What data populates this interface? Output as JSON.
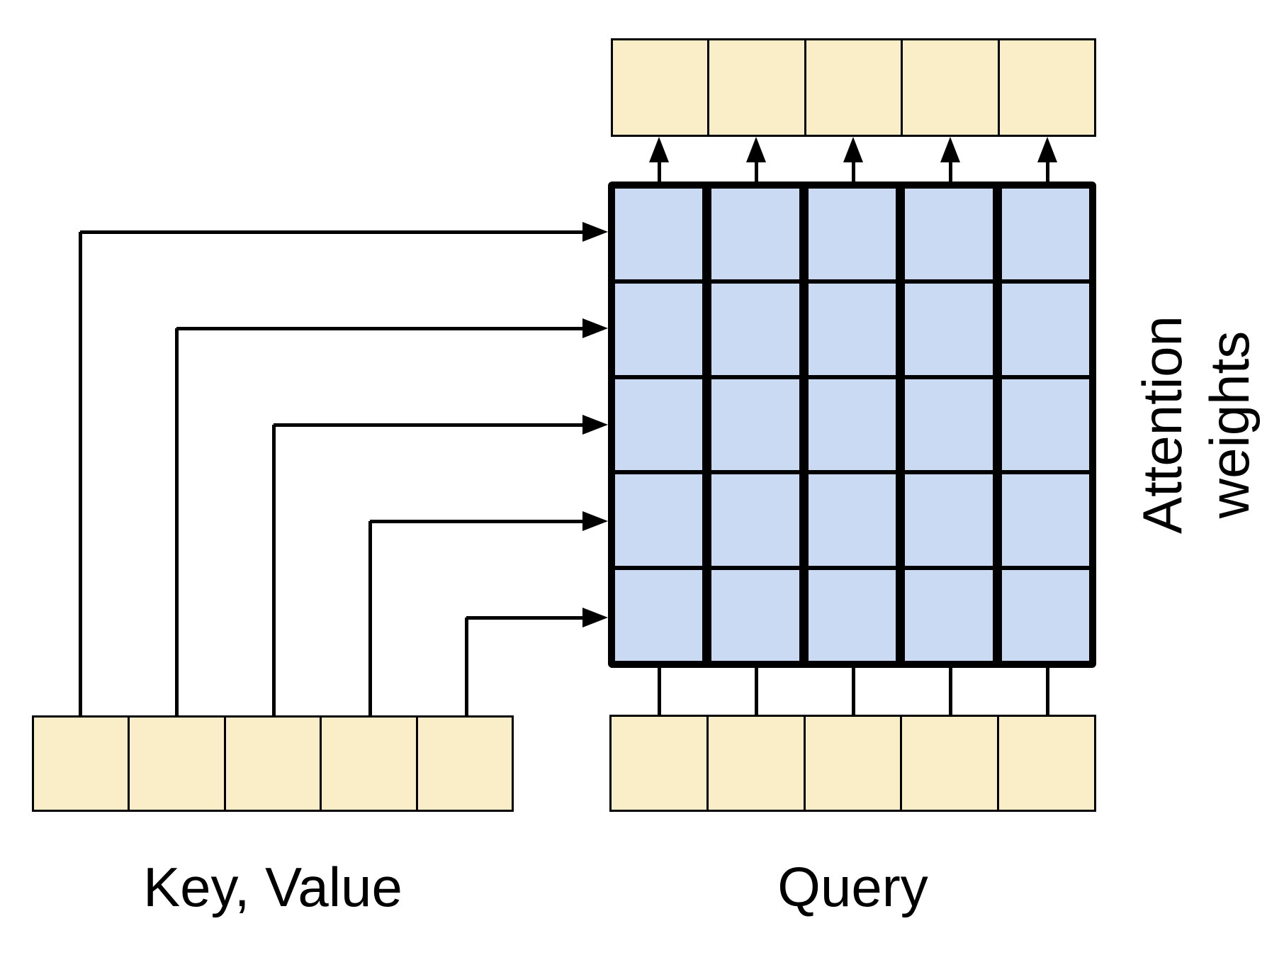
{
  "labels": {
    "key_value": "Key, Value",
    "query": "Query",
    "attention_weights": [
      "Attention",
      "weights"
    ]
  },
  "matrix": {
    "rows": 5,
    "cols": 5,
    "cell_count": 25,
    "cell_color": "#CADAF3",
    "line_color": "#000000"
  },
  "token_rows": {
    "output_box_count": 5,
    "key_value_box_count": 5,
    "query_box_count": 5,
    "box_fill": "#FAEEC9",
    "box_border": "#000000"
  },
  "arrows": {
    "key_value_to_matrix": 5,
    "matrix_to_output": 5,
    "query_to_matrix_connectors": 5,
    "color": "#000000"
  }
}
